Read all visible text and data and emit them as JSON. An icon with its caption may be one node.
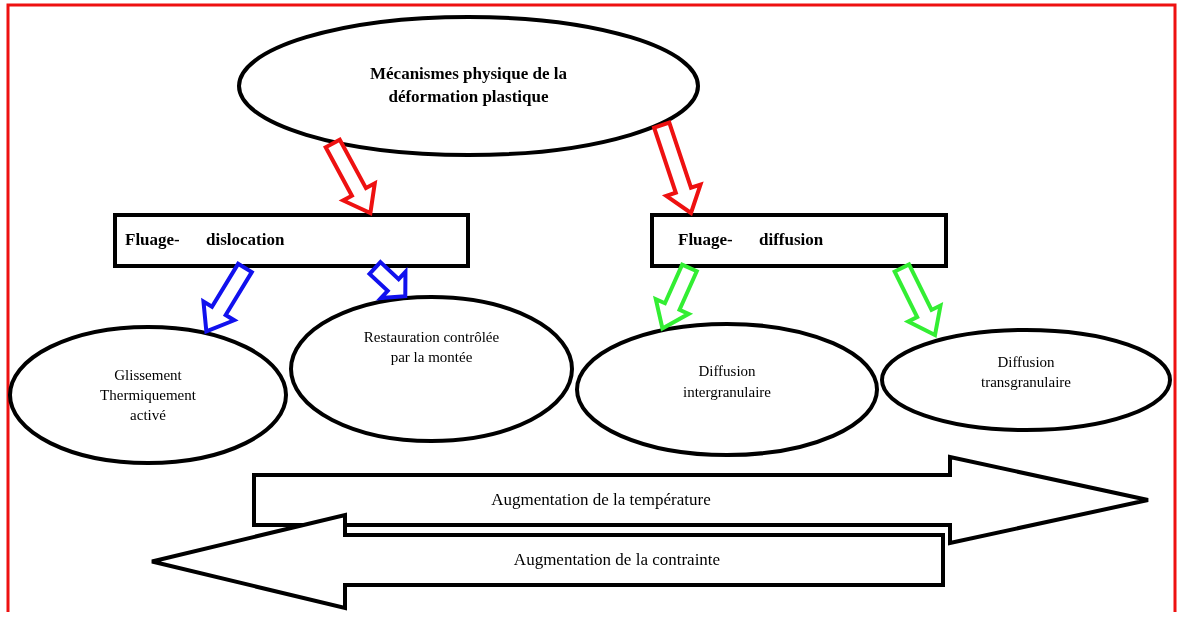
{
  "diagram": {
    "nodes": [
      {
        "text": [
          "Mécanismes physique de la déformation plastique"
        ]
      },
      {
        "text": [
          "Fluage- dislocation"
        ]
      },
      {
        "text": [
          "Fluage- diffusion"
        ]
      },
      {
        "text": [
          "Glissement Thermiquement activé"
        ]
      },
      {
        "text": [
          "Restauration contrôlée par la montée"
        ]
      },
      {
        "text": [
          "Diffusion intergranulaire"
        ]
      },
      {
        "text": [
          "Diffusion transgranulaire"
        ]
      },
      {
        "text": [
          "Augmentation de la température"
        ]
      },
      {
        "text": [
          "Augmentation de la contrainte"
        ]
      }
    ],
    "edges": [
      {
        "from": 0,
        "to": 1,
        "arrow": "to",
        "color": "#ee1111"
      },
      {
        "from": 0,
        "to": 2,
        "arrow": "to",
        "color": "#ee1111"
      },
      {
        "from": 1,
        "to": 3,
        "arrow": "to",
        "color": "#1111ee"
      },
      {
        "from": 1,
        "to": 4,
        "arrow": "to",
        "color": "#1111ee"
      },
      {
        "from": 2,
        "to": 5,
        "arrow": "to",
        "color": "#33ee33"
      },
      {
        "from": 2,
        "to": 6,
        "arrow": "to",
        "color": "#33ee33"
      }
    ]
  }
}
